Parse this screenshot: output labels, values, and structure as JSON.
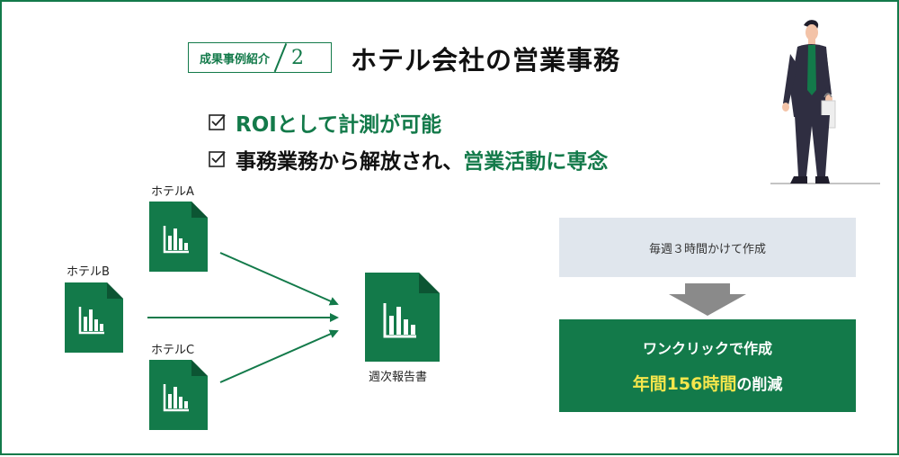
{
  "header": {
    "case_tag": "成果事例紹介",
    "case_number": "2",
    "title": "ホテル会社の営業事務"
  },
  "checks": {
    "item1": "ROIとして計測が可能",
    "item2_prefix": "事務業務から解放され、",
    "item2_highlight": "営業活動に専念"
  },
  "diagram": {
    "source_a": "ホテルA",
    "source_b": "ホテルB",
    "source_c": "ホテルC",
    "target": "週次報告書"
  },
  "comparison": {
    "before": "毎週３時間かけて作成",
    "after_line1": "ワンクリックで作成",
    "after_highlight": "年間156時間",
    "after_suffix": "の削減"
  },
  "colors": {
    "brand_green": "#137a4a",
    "before_bg": "#e0e6ed",
    "highlight_yellow": "#f5e64c",
    "arrow_gray": "#8a8a8a"
  },
  "icons": {
    "file": "spreadsheet-file-icon",
    "check": "checkbox-icon",
    "person": "businessman-illustration"
  }
}
